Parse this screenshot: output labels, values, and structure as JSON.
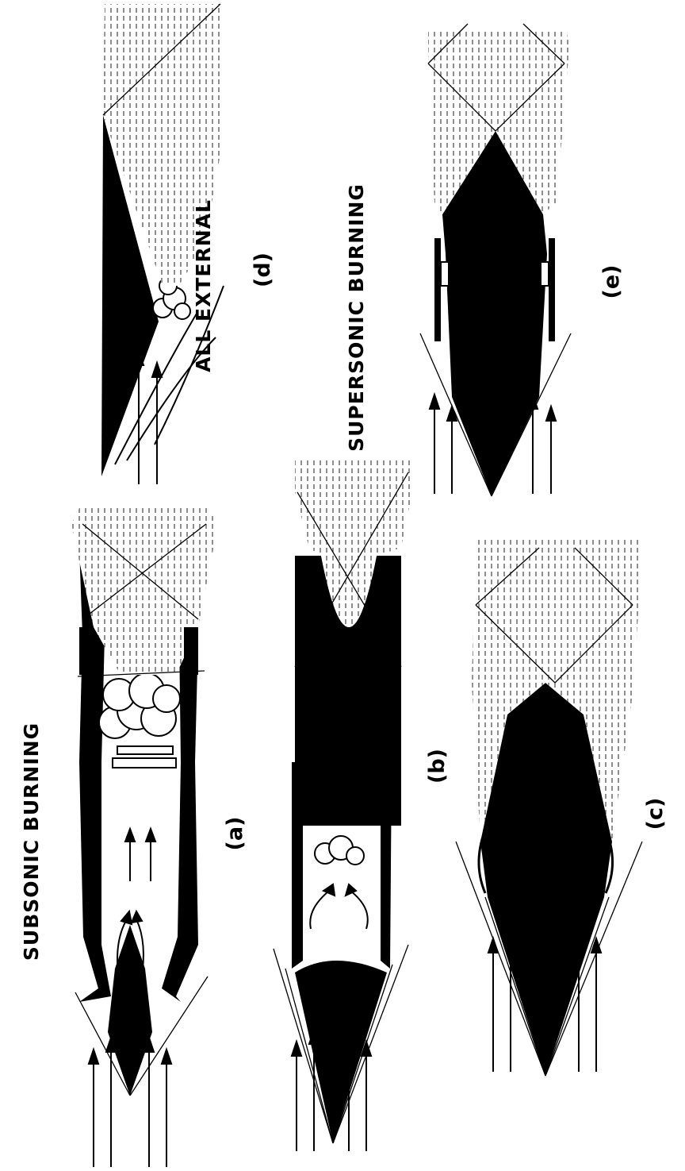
{
  "headings": {
    "subsonic": "SUBSONIC BURNING",
    "external": "ALL EXTERNAL",
    "supersonic": "SUPERSONIC BURNING"
  },
  "captions": {
    "a": "(a)",
    "b": "(b)",
    "c": "(c)",
    "d": "(d)",
    "e": "(e)"
  },
  "colors": {
    "ink": "#000000",
    "paper": "#ffffff",
    "hatch": "#555555"
  }
}
